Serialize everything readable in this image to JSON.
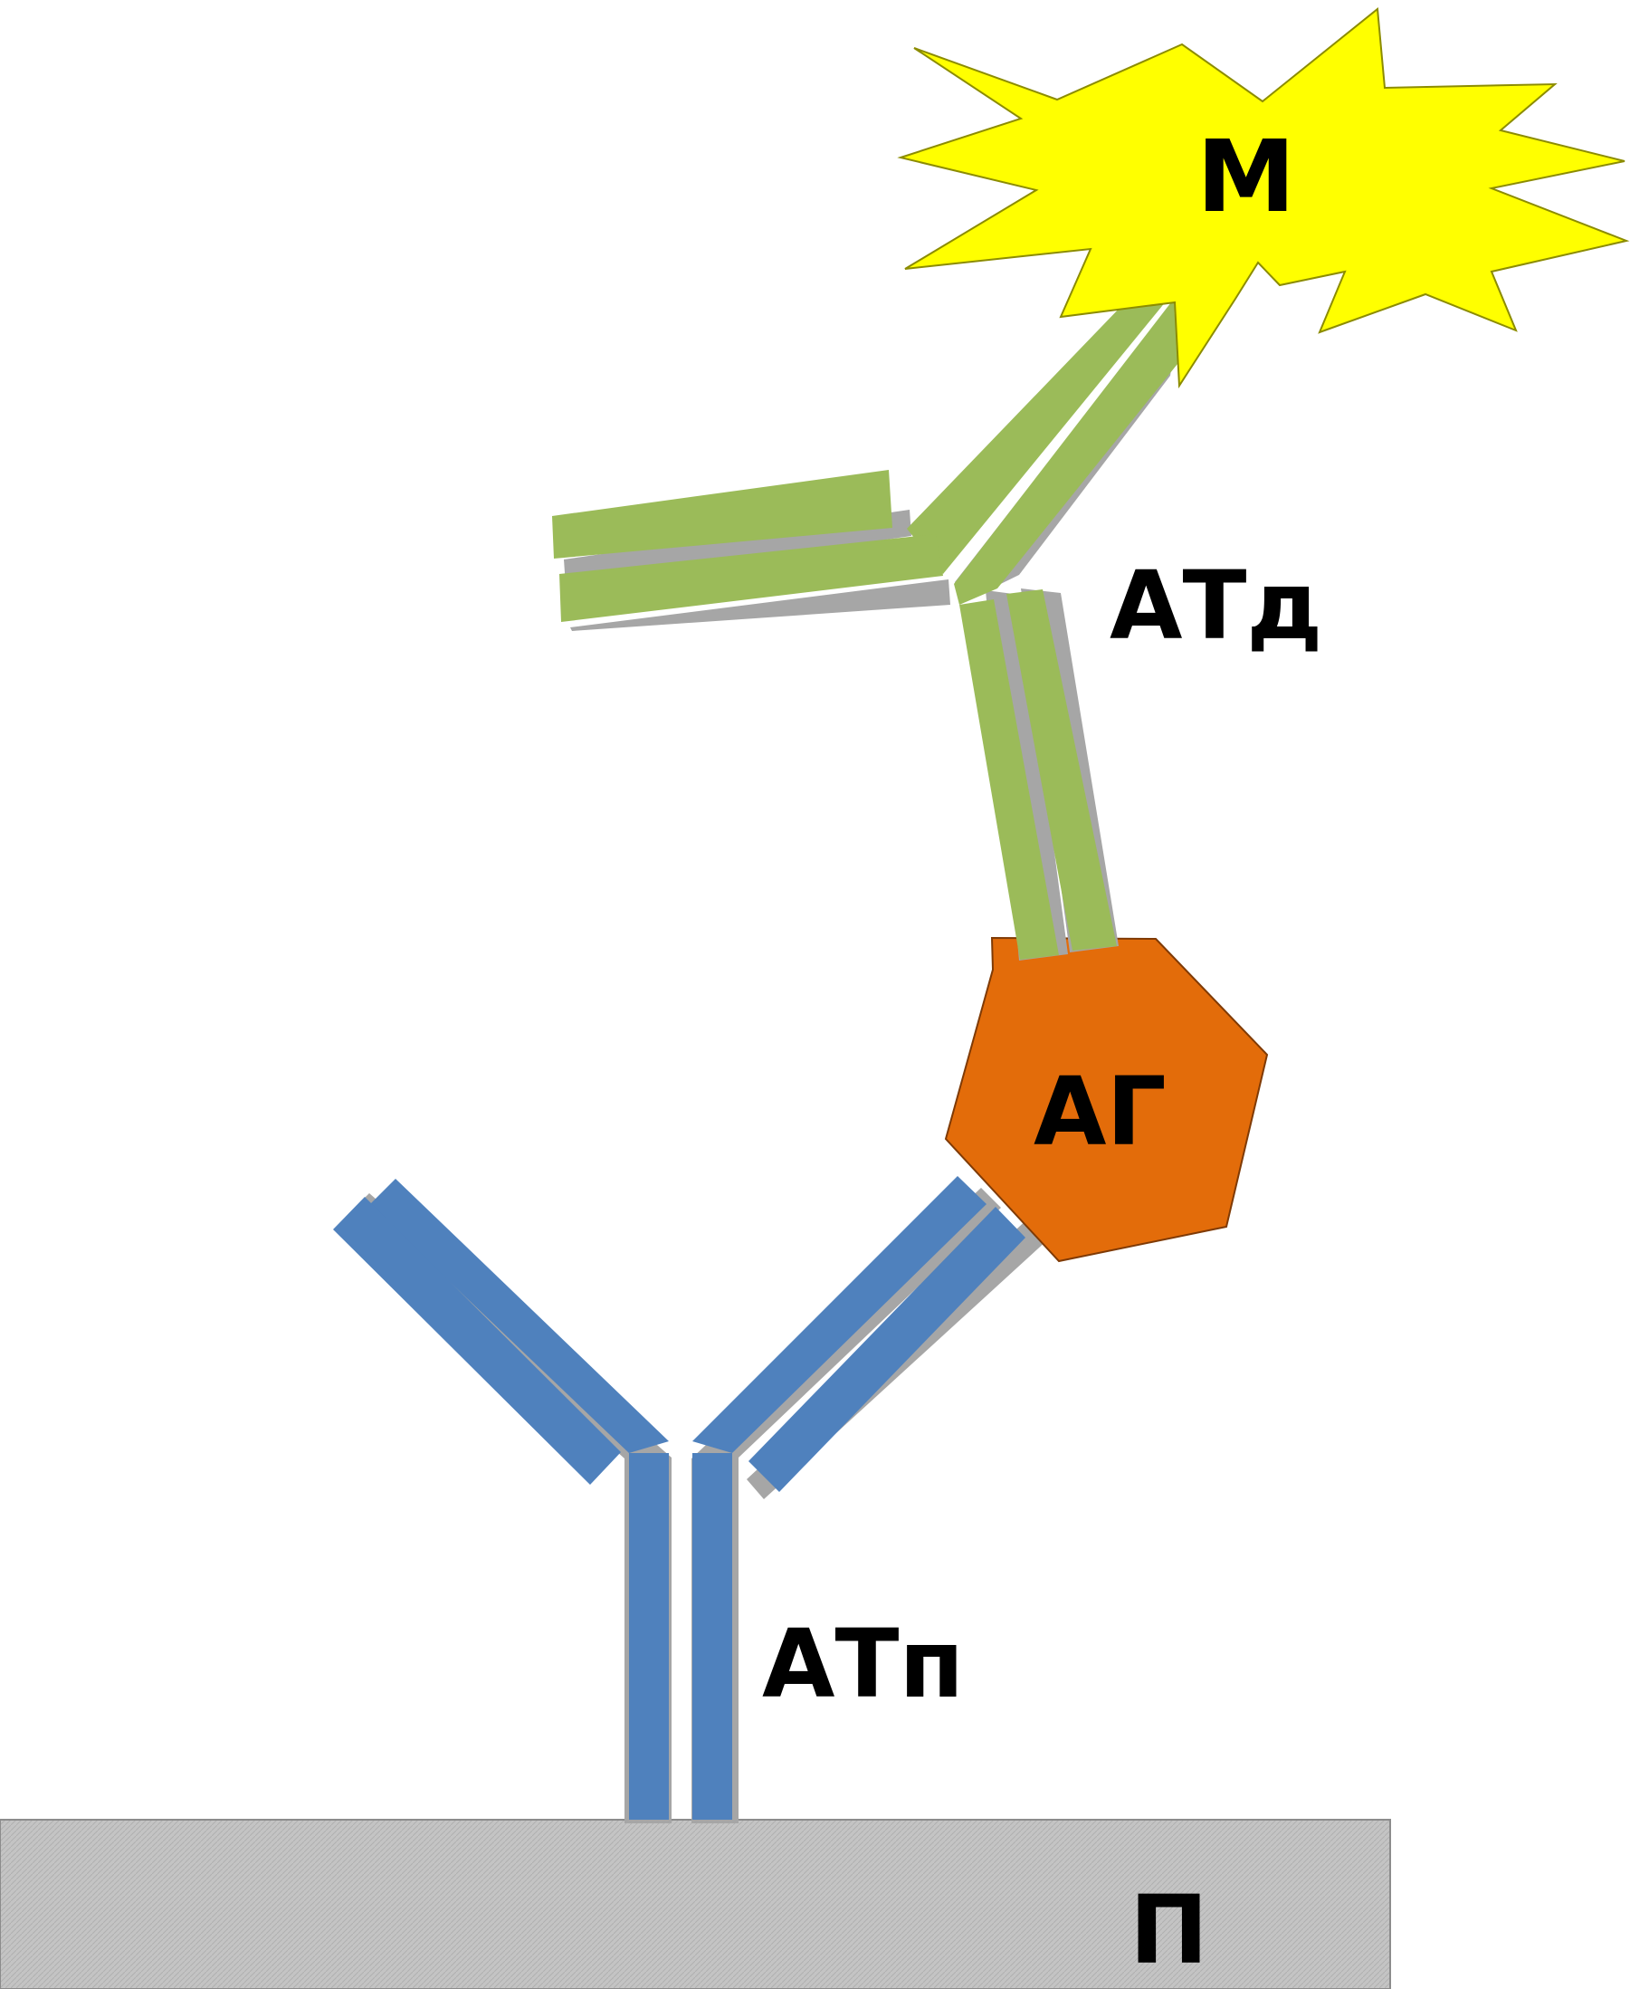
{
  "labels": {
    "marker": "М",
    "detection_antibody": "АТд",
    "antigen": "АГ",
    "capture_antibody": "АТп",
    "surface": "П"
  },
  "colors": {
    "marker_fill": "#FFFF00",
    "detection_antibody": "#9BBB59",
    "antigen_fill": "#E36C0A",
    "capture_antibody": "#4F81BD",
    "surface_fill": "#BFBFBF",
    "shadow": "#A6A6A6"
  }
}
